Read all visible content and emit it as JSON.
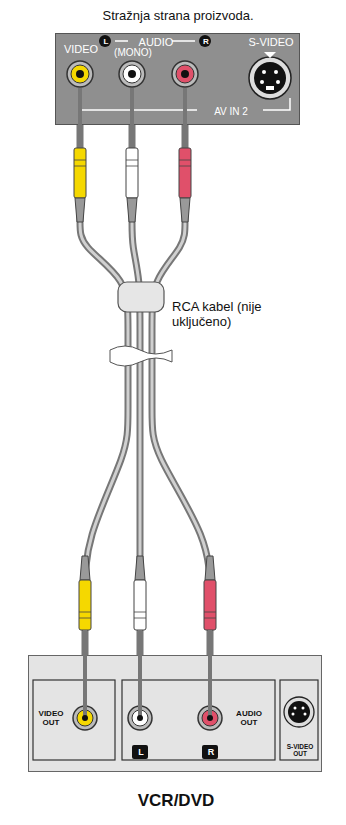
{
  "diagram": {
    "nodes": [
      {
        "text": [
          "Stražnja strana proizvoda.",
          "VIDEO",
          "(MONO)",
          "L",
          "AUDIO",
          "R",
          "S-VIDEO",
          "AV IN 2"
        ]
      },
      {
        "text": [
          "VIDEO OUT",
          "L",
          "R",
          "AUDIO OUT",
          "S-VIDEO OUT",
          "VCR/DVD"
        ]
      }
    ],
    "edges": [
      {
        "from": 0,
        "to": 1,
        "arrow": "none"
      },
      {
        "from": 0,
        "to": 1,
        "arrow": "none"
      },
      {
        "from": 0,
        "to": 1,
        "arrow": "none"
      }
    ],
    "labels": [
      "RCA kabel (nije uključeno)"
    ]
  }
}
